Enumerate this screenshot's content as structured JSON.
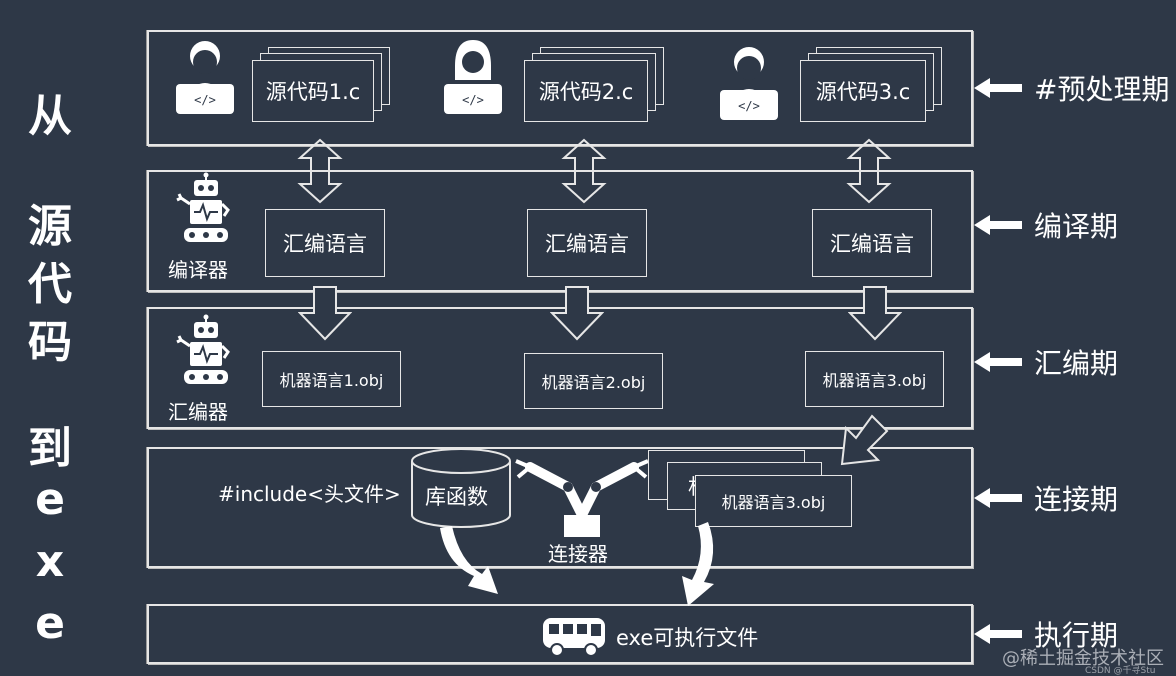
{
  "side_title": [
    "从",
    "源",
    "代",
    "码",
    "到",
    "e",
    "x",
    "e"
  ],
  "phases": {
    "preprocess": "#预处理期",
    "compile": "编译期",
    "assemble": "汇编期",
    "link": "连接期",
    "execute": "执行期"
  },
  "sources": [
    "源代码1.c",
    "源代码2.c",
    "源代码3.c"
  ],
  "assembly_boxes": [
    "汇编语言",
    "汇编语言",
    "汇编语言"
  ],
  "compiler_label": "编译器",
  "assembler_label": "汇编器",
  "machine_boxes": [
    "机器语言1.obj",
    "机器语言2.obj",
    "机器语言3.obj"
  ],
  "link_stage": {
    "include_text": "#include<头文件>",
    "library_label": "库函数",
    "linker_label": "连接器",
    "stack_partial": "机",
    "stack_front": "机器语言3.obj"
  },
  "exe_label": "exe可执行文件",
  "watermark": "@稀土掘金技术社区",
  "watermark_small": "CSDN @千寻Stu"
}
